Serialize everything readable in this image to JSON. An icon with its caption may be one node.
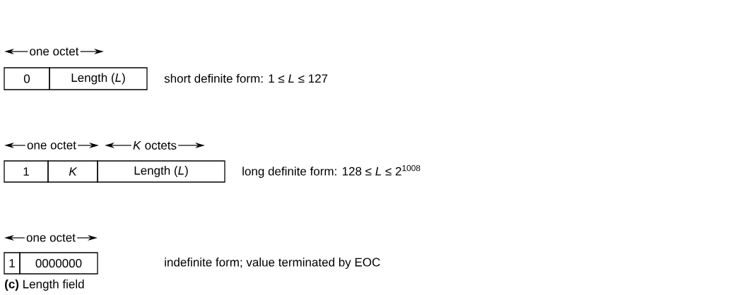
{
  "diagram": {
    "caption": "**(c)** Length field",
    "nodes": [
      {
        "text": [
          "0"
        ]
      },
      {
        "text": [
          "Length (*L*)"
        ]
      },
      {
        "text": [
          "1"
        ]
      },
      {
        "text": [
          "K"
        ]
      },
      {
        "text": [
          "Length (*L*)"
        ]
      },
      {
        "text": [
          "1"
        ]
      },
      {
        "text": [
          "0000000"
        ]
      }
    ],
    "labels": [
      "one octet",
      "short definite form: 1 ≤ *L* ≤ 127",
      "one octet",
      "*K* octets",
      "long definite form: 128 ≤ *L* ≤ 2$^{1008}$",
      "one octet",
      "indefinite form; value terminated by EOC"
    ]
  }
}
